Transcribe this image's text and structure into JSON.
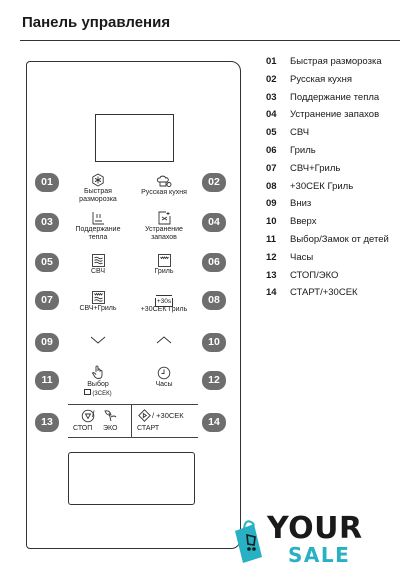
{
  "title": "Панель управления",
  "panel": {
    "buttons": [
      {
        "num": "01",
        "label": "Быстрая\nразморозка",
        "icon": "snowflake-icon"
      },
      {
        "num": "02",
        "label": "Русская кухня",
        "icon": "chef-hat-icon"
      },
      {
        "num": "03",
        "label": "Поддержание\nтепла",
        "icon": "keep-warm-icon"
      },
      {
        "num": "04",
        "label": "Устранение\nзапахов",
        "icon": "deodorize-icon"
      },
      {
        "num": "05",
        "label": "СВЧ",
        "icon": "microwave-waves-icon"
      },
      {
        "num": "06",
        "label": "Гриль",
        "icon": "grill-icon"
      },
      {
        "num": "07",
        "label": "СВЧ+Гриль",
        "icon": "microwave-grill-icon"
      },
      {
        "num": "08",
        "label": "+30СЕК Гриль",
        "icon": "plus30-grill-icon"
      },
      {
        "num": "09",
        "label": "",
        "icon": "chevron-down-icon"
      },
      {
        "num": "10",
        "label": "",
        "icon": "chevron-up-icon"
      },
      {
        "num": "11",
        "label": "Выбор",
        "icon": "hand-pointer-icon"
      },
      {
        "num": "12",
        "label": "Часы",
        "icon": "clock-icon"
      },
      {
        "num": "13",
        "label": "",
        "icon": "stop-eco-icon"
      },
      {
        "num": "14",
        "label": "",
        "icon": "start-icon"
      }
    ],
    "lock_hint": "(3СЕК)",
    "plus30_icon_text": "+30s",
    "stop_label": "СТОП",
    "eco_label": "ЭКО",
    "start_label": "СТАРТ",
    "start_plus": "/ +30СЕК",
    "stop_slash": "/"
  },
  "legend": [
    {
      "num": "01",
      "text": "Быстрая разморозка"
    },
    {
      "num": "02",
      "text": "Русская кухня"
    },
    {
      "num": "03",
      "text": "Поддержание тепла"
    },
    {
      "num": "04",
      "text": "Устранение запахов"
    },
    {
      "num": "05",
      "text": "СВЧ"
    },
    {
      "num": "06",
      "text": "Гриль"
    },
    {
      "num": "07",
      "text": "СВЧ+Гриль"
    },
    {
      "num": "08",
      "text": "+30СЕК Гриль"
    },
    {
      "num": "09",
      "text": "Вниз"
    },
    {
      "num": "10",
      "text": "Вверх"
    },
    {
      "num": "11",
      "text": "Выбор/Замок от детей"
    },
    {
      "num": "12",
      "text": "Часы"
    },
    {
      "num": "13",
      "text": "СТОП/ЭКО"
    },
    {
      "num": "14",
      "text": "СТАРТ/+30СЕК"
    }
  ],
  "logo": {
    "word1": "YOUR",
    "word2": "SALE",
    "color_dark": "#1a1a1a",
    "color_accent": "#28b0c4"
  }
}
